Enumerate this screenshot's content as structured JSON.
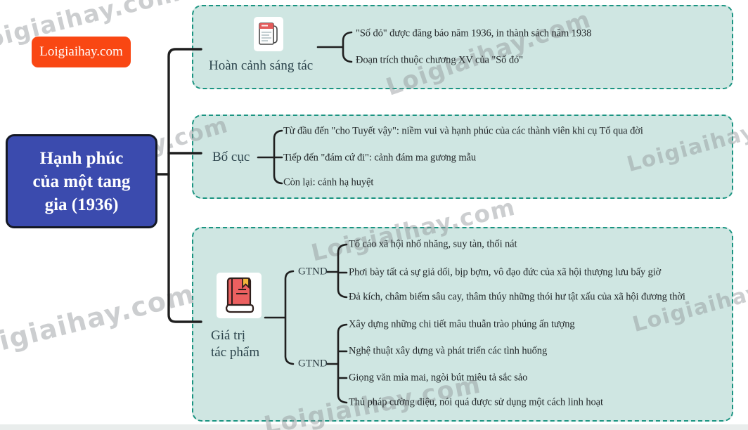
{
  "watermark": {
    "text": "Loigiaihay.com"
  },
  "badge": {
    "label": "Loigiaihay.com"
  },
  "root": {
    "title_lines": [
      "Hạnh phúc",
      "của một tang",
      "gia (1936)"
    ]
  },
  "colors": {
    "root_fill": "#3b4bae",
    "root_border": "#141824",
    "badge_orange": "#f94713",
    "branch_fill": "#cfe6e2",
    "branch_border": "#1a9481",
    "connector": "#1f1f1f",
    "book_red": "#ec6060",
    "bookmark_yellow": "#f2b63c",
    "newspaper_red": "#e25b5b"
  },
  "branches": [
    {
      "label": "Hoàn cảnh sáng tác",
      "icon": "newspaper-icon",
      "items": [
        "\"Số đỏ\" được đăng báo năm 1936, in thành sách năm 1938",
        "Đoạn trích thuộc chương XV của \"Số đỏ\""
      ]
    },
    {
      "label": "Bố cục",
      "items": [
        "Từ đầu đến \"cho Tuyết vậy\": niềm vui và hạnh phúc của các thành viên khi cụ Tổ qua đời",
        "Tiếp đến \"đám cứ đi\": cảnh đám ma gương mẫu",
        "Còn lại: cảnh hạ huyệt"
      ]
    },
    {
      "label_lines": [
        "Giá trị",
        "tác phẩm"
      ],
      "icon": "book-icon",
      "groups": [
        {
          "label": "GTND",
          "items": [
            "Tố cáo xã hội nhố nhăng, suy tàn, thối nát",
            "Phơi bày tất cả sự giả dối, bịp bợm, vô đạo đức của xã hội thượng lưu bấy giờ",
            "Đả kích, châm biếm sâu cay, thâm thúy những thói hư tật xấu của xã hội đương thời"
          ]
        },
        {
          "label": "GTND",
          "items": [
            "Xây dựng những chi tiết mâu thuẫn trào phúng ấn tượng",
            "Nghệ thuật xây dựng và phát triển các tình huống",
            "Giọng văn mỉa mai, ngòi bút miêu tả sắc sảo",
            "Thủ pháp cường điệu, nói quá được sử dụng một cách linh hoạt"
          ]
        }
      ]
    }
  ]
}
